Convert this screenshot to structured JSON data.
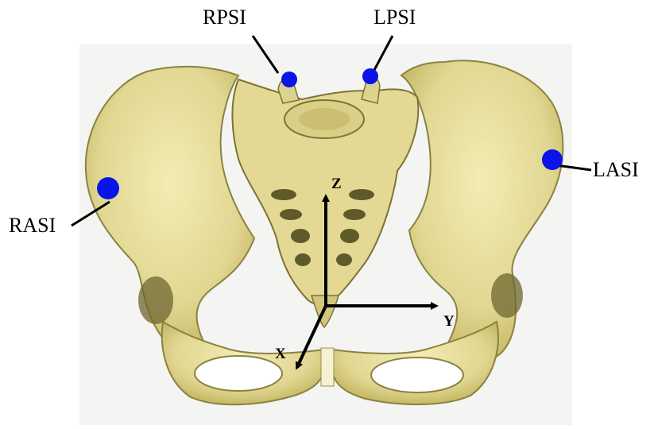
{
  "labels": {
    "rpsi": "RPSI",
    "lpsi": "LPSI",
    "lasi": "LASI",
    "rasi": "RASI"
  },
  "axes": {
    "x": "X",
    "y": "Y",
    "z": "Z"
  },
  "colors": {
    "bone": "#e4dc98",
    "bone_shadow": "#b8ac5a",
    "bone_outline": "#6b6428",
    "marker": "#0a14e6",
    "axis": "#000000"
  }
}
